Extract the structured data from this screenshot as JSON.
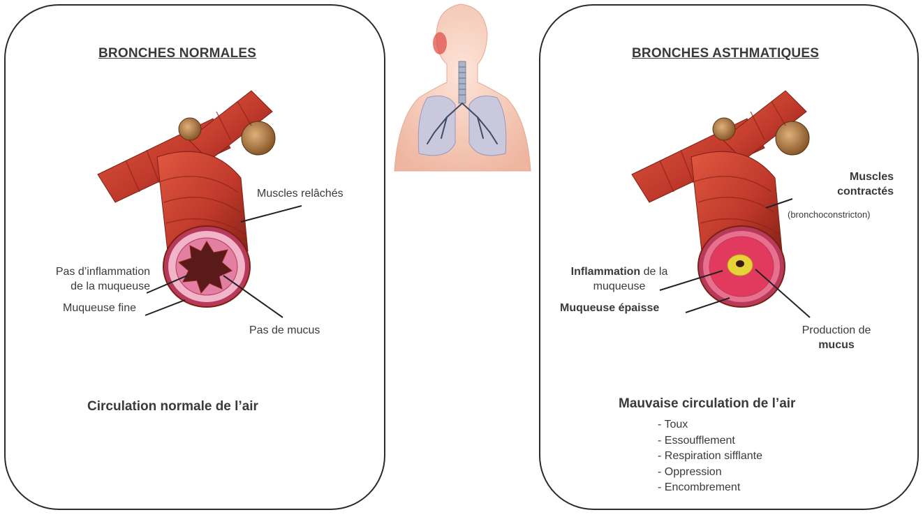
{
  "left": {
    "title": "BRONCHES NORMALES",
    "labels": {
      "muscles": "Muscles relâchés",
      "inflammation_line1": "Pas d’inflammation",
      "inflammation_line2": "de la muqueuse",
      "mucosa": "Muqueuse fine",
      "mucus": "Pas de mucus"
    },
    "caption": "Circulation normale de l’air"
  },
  "right": {
    "title": "BRONCHES ASTHMATIQUES",
    "labels": {
      "muscles_line1": "Muscles",
      "muscles_line2": "contractés",
      "muscles_note": "(bronchoconstricton)",
      "inflammation_bold": "Inflammation",
      "inflammation_rest": " de la",
      "inflammation_line2": "muqueuse",
      "mucosa": "Muqueuse épaisse",
      "mucus_line1": "Production de",
      "mucus_line2": "mucus"
    },
    "caption": "Mauvaise circulation de l’air",
    "symptoms": [
      "- Toux",
      "- Essoufflement",
      "- Respiration sifflante",
      "- Oppression",
      "- Encombrement"
    ]
  },
  "colors": {
    "muscle": "#c0392b",
    "muscle_dark": "#8e2418",
    "cartilage": "#a06a35",
    "mucosa": "#e27fa3",
    "mucus": "#e8d23a",
    "skin": "#f4c7b6",
    "lung": "#c9c8dc"
  }
}
